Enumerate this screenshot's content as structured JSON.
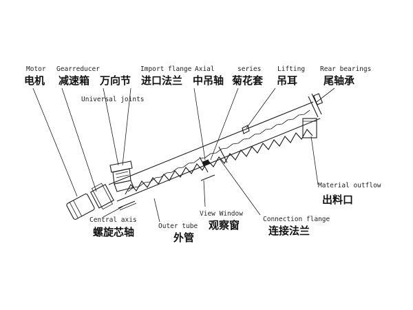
{
  "labels": {
    "motor": {
      "en": "Motor",
      "cn": "电机"
    },
    "gearreducer": {
      "en": "Gearreducer",
      "cn": "减速箱"
    },
    "universal_joints": {
      "en": "Universal joints",
      "cn": "万向节"
    },
    "import_flange": {
      "en": "Import flange",
      "cn": "进口法兰"
    },
    "axial": {
      "en": "Axial",
      "cn": "中吊轴"
    },
    "series": {
      "en": "series",
      "cn": "菊花套"
    },
    "lifting": {
      "en": "Lifting",
      "cn": "吊耳"
    },
    "rear_bearings": {
      "en": "Rear bearings",
      "cn": "尾轴承"
    },
    "material_outflow": {
      "en": "Material outflow",
      "cn": "出料口"
    },
    "central_axis": {
      "en": "Central axis",
      "cn": "螺旋芯轴"
    },
    "outer_tube": {
      "en": "Outer tube",
      "cn": "外管"
    },
    "view_window": {
      "en": "View Window",
      "cn": "观察窗"
    },
    "connection_flange": {
      "en": "Connection flange",
      "cn": "连接法兰"
    }
  }
}
